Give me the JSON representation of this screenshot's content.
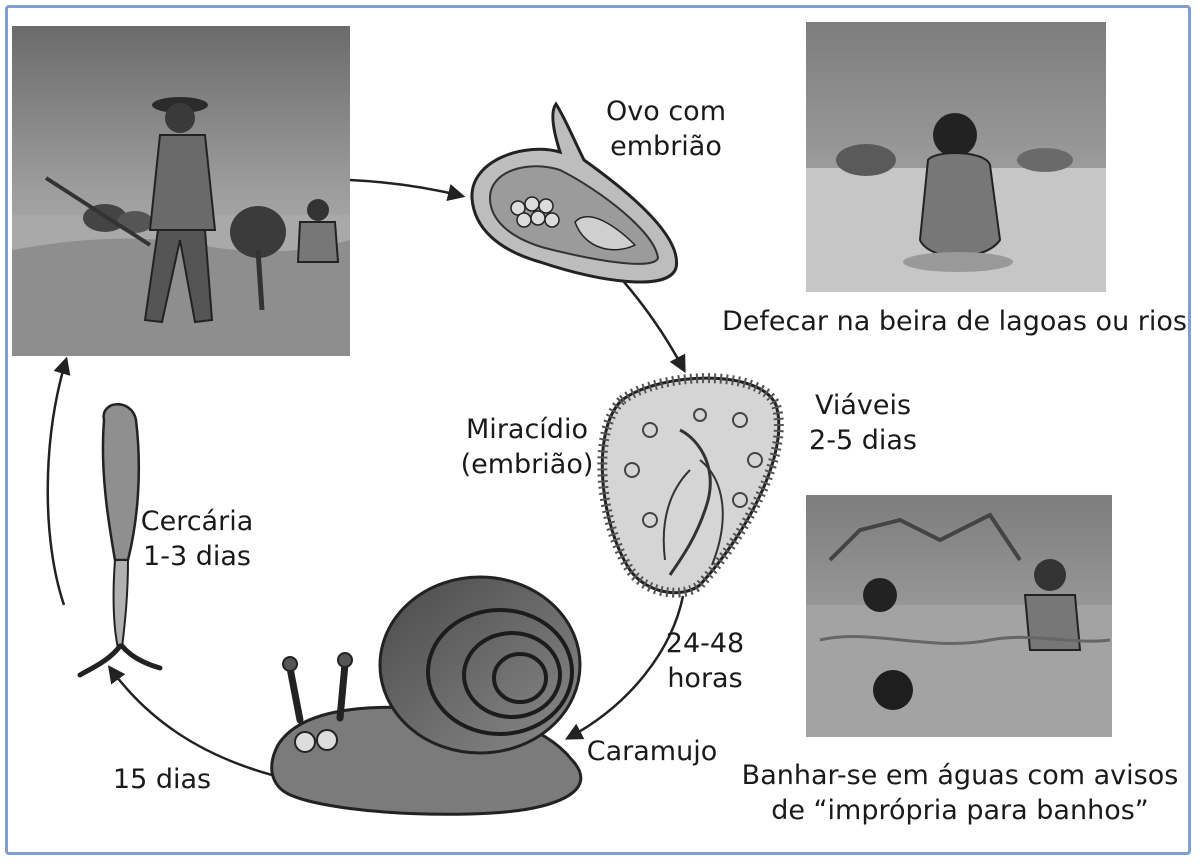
{
  "labels": {
    "egg": [
      "Ovo com",
      "embrião"
    ],
    "miracidium": [
      "Miracídio",
      "(embrião)"
    ],
    "viable": [
      "Viáveis",
      "2-5 dias"
    ],
    "hours": [
      "24-48",
      "horas"
    ],
    "snail": "Caramujo",
    "days15": "15 dias",
    "cercaria": [
      "Cercária",
      "1-3 dias"
    ],
    "defecate": "Defecar na beira de lagoas ou rios",
    "bathe": [
      "Banhar-se em águas com avisos",
      "de “imprópria para banhos”"
    ]
  },
  "colors": {
    "border": "#7f9ed6",
    "text": "#1a1a1a"
  }
}
